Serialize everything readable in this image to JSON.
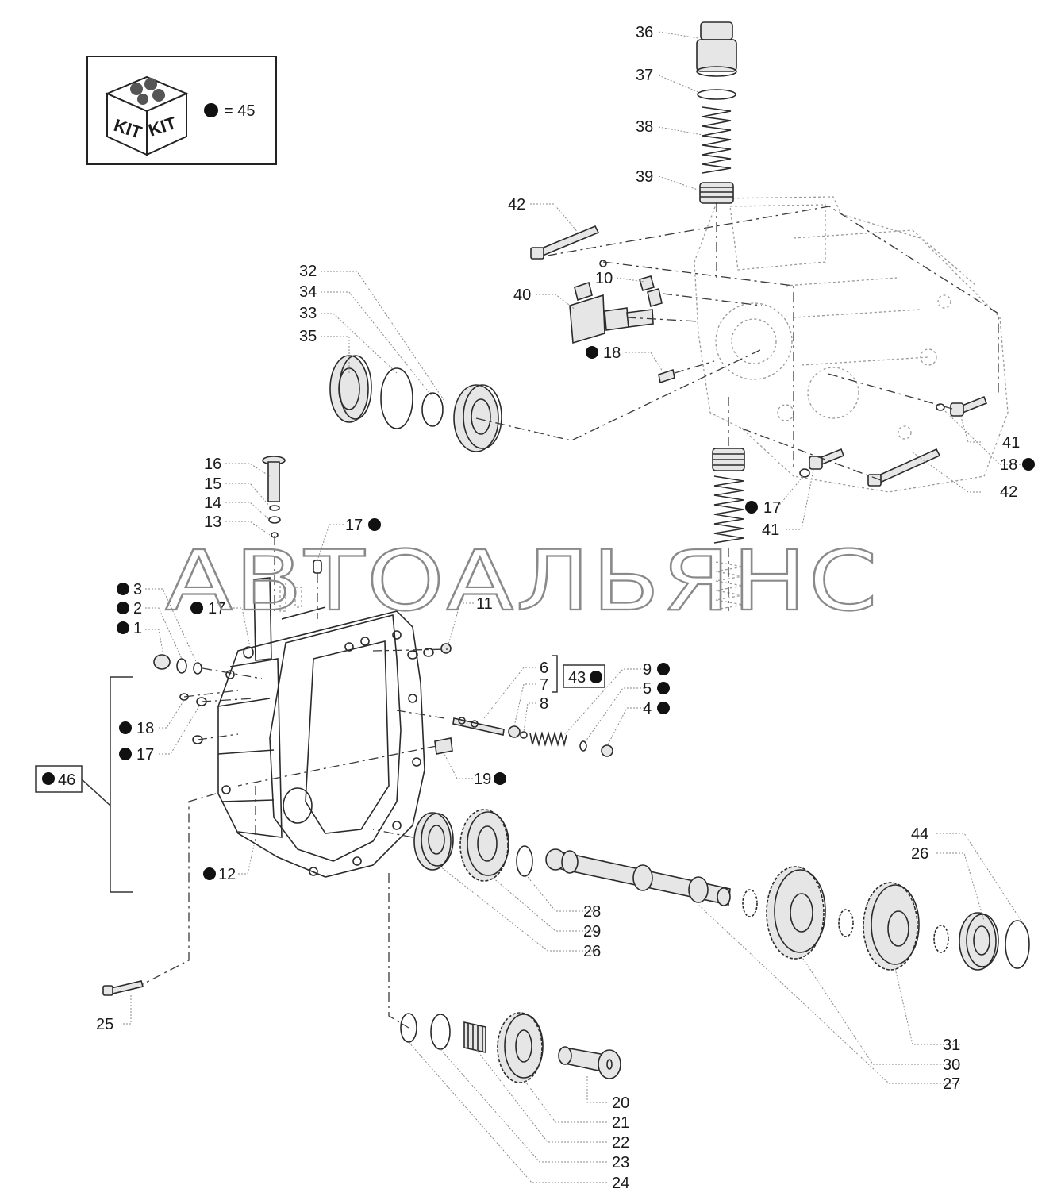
{
  "kit": {
    "box_text_left": "KIT",
    "box_text_right": "KIT",
    "legend": "= 45"
  },
  "watermark": "АВТОАЛЬЯНС",
  "callouts": {
    "n1": "1",
    "n2": "2",
    "n3": "3",
    "n4": "4",
    "n5": "5",
    "n6": "6",
    "n7": "7",
    "n8": "8",
    "n9": "9",
    "n10": "10",
    "n11": "11",
    "n12": "12",
    "n13": "13",
    "n14": "14",
    "n15": "15",
    "n16": "16",
    "n17a": "17",
    "n17b": "17",
    "n17c": "17",
    "n17d": "17",
    "n18a": "18",
    "n18b": "18",
    "n18c": "18",
    "n19": "19",
    "n20": "20",
    "n21": "21",
    "n22": "22",
    "n23": "23",
    "n24": "24",
    "n25": "25",
    "n26a": "26",
    "n26b": "26",
    "n27": "27",
    "n28": "28",
    "n29": "29",
    "n30": "30",
    "n31": "31",
    "n32": "32",
    "n33": "33",
    "n34": "34",
    "n35": "35",
    "n36": "36",
    "n37": "37",
    "n38": "38",
    "n39": "39",
    "n40": "40",
    "n41a": "41",
    "n41b": "41",
    "n42a": "42",
    "n42b": "42",
    "n43": "43",
    "n44": "44",
    "n46": "46"
  }
}
